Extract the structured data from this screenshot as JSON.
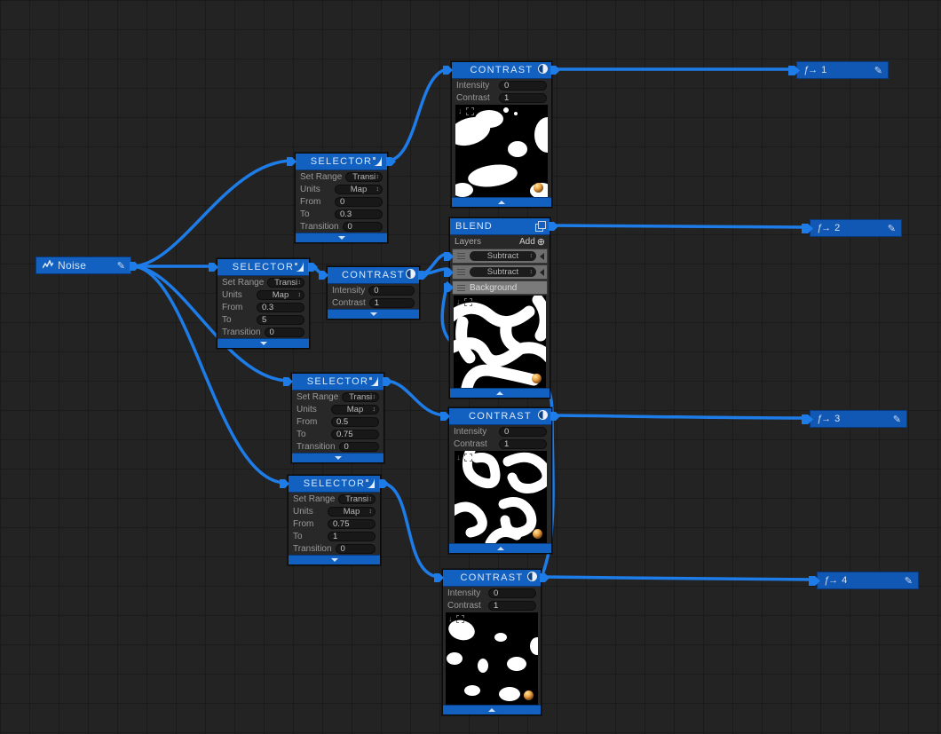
{
  "palette": {
    "accent_bar": "#1261c1",
    "wire": "#1e7ce8",
    "canvas_bg": "#232323",
    "grid_line": "#1b1b1b",
    "node_body": "#282828"
  },
  "icons": {
    "pencil": "✎",
    "fx": "ƒ",
    "fx_arrow": "→",
    "add": "⊕",
    "updown": "↕",
    "export": "↓"
  },
  "noise": {
    "title": "Noise"
  },
  "selectors": [
    {
      "title": "SELECTOR",
      "set_range_label": "Set Range",
      "set_range_value": "Transi",
      "units_label": "Units",
      "units_value": "Map",
      "from_label": "From",
      "from_value": "0",
      "to_label": "To",
      "to_value": "0.3",
      "transition_label": "Transition",
      "transition_value": "0"
    },
    {
      "title": "SELECTOR",
      "set_range_label": "Set Range",
      "set_range_value": "Transi",
      "units_label": "Units",
      "units_value": "Map",
      "from_label": "From",
      "from_value": "0.3",
      "to_label": "To",
      "to_value": "5",
      "transition_label": "Transition",
      "transition_value": "0"
    },
    {
      "title": "SELECTOR",
      "set_range_label": "Set Range",
      "set_range_value": "Transi",
      "units_label": "Units",
      "units_value": "Map",
      "from_label": "From",
      "from_value": "0.5",
      "to_label": "To",
      "to_value": "0.75",
      "transition_label": "Transition",
      "transition_value": "0"
    },
    {
      "title": "SELECTOR",
      "set_range_label": "Set Range",
      "set_range_value": "Transi",
      "units_label": "Units",
      "units_value": "Map",
      "from_label": "From",
      "from_value": "0.75",
      "to_label": "To",
      "to_value": "1",
      "transition_label": "Transition",
      "transition_value": "0"
    }
  ],
  "contrasts": [
    {
      "title": "CONTRAST",
      "intensity_label": "Intensity",
      "intensity_value": "0",
      "contrast_label": "Contrast",
      "contrast_value": "1"
    },
    {
      "title": "CONTRAST",
      "intensity_label": "Intensity",
      "intensity_value": "0",
      "contrast_label": "Contrast",
      "contrast_value": "1"
    },
    {
      "title": "CONTRAST",
      "intensity_label": "Intensity",
      "intensity_value": "0",
      "contrast_label": "Contrast",
      "contrast_value": "1"
    },
    {
      "title": "CONTRAST",
      "intensity_label": "Intensity",
      "intensity_value": "0",
      "contrast_label": "Contrast",
      "contrast_value": "1"
    }
  ],
  "blend": {
    "title": "BLEND",
    "layers_label": "Layers",
    "add_label": "Add",
    "layer1_value": "Subtract",
    "layer2_value": "Subtract",
    "background_label": "Background"
  },
  "outputs": [
    {
      "label": "1"
    },
    {
      "label": "2"
    },
    {
      "label": "3"
    },
    {
      "label": "4"
    }
  ]
}
